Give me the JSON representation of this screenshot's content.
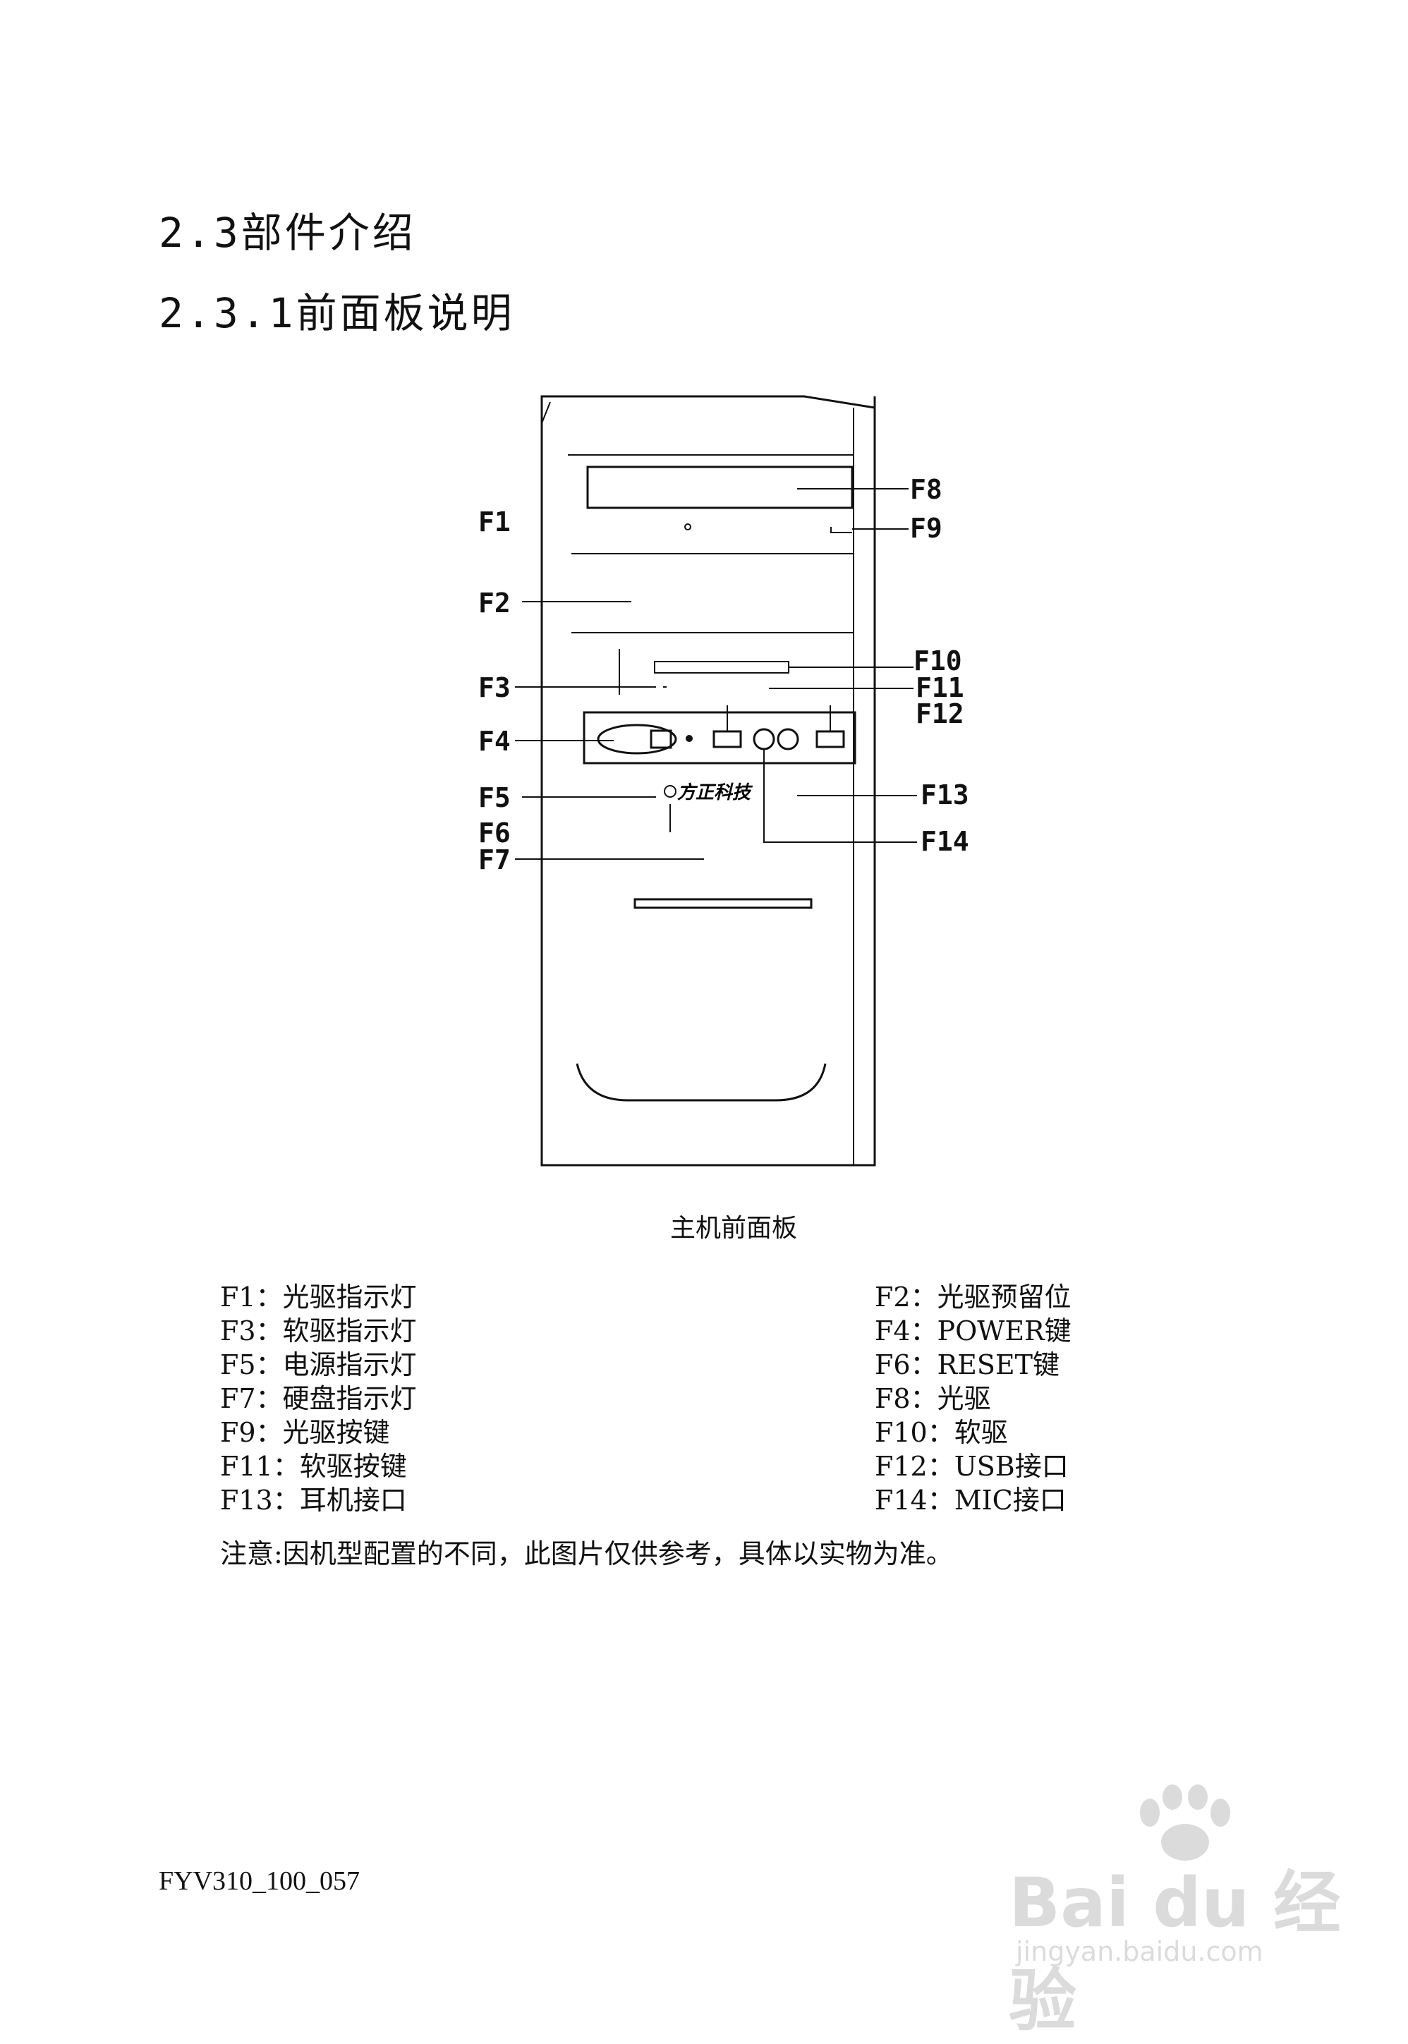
{
  "headings": {
    "section": "2.3部件介绍",
    "subsection": "2.3.1前面板说明"
  },
  "diagram": {
    "labels": {
      "f1": "F1",
      "f2": "F2",
      "f3": "F3",
      "f4": "F4",
      "f5": "F5",
      "f6": "F6",
      "f7": "F7",
      "f8": "F8",
      "f9": "F9",
      "f10": "F10",
      "f11": "F11",
      "f12": "F12",
      "f13": "F13",
      "f14": "F14"
    },
    "logo_text": "方正科技"
  },
  "caption": "主机前面板",
  "legend": {
    "left": [
      "F1：光驱指示灯",
      "F3：软驱指示灯",
      "F5：电源指示灯",
      "F7：硬盘指示灯",
      "F9：光驱按键",
      "F11：软驱按键",
      "F13：耳机接口"
    ],
    "right": [
      "F2：光驱预留位",
      "F4：POWER键",
      "F6：RESET键",
      "F8：光驱",
      "F10：软驱",
      "F12：USB接口",
      "F14：MIC接口"
    ]
  },
  "note": "注意:因机型配置的不同，此图片仅供参考，具体以实物为准。",
  "doc_id": "FYV310_100_057",
  "watermark": {
    "brand": "Bai du 经验",
    "site": "jingyan.baidu.com"
  }
}
